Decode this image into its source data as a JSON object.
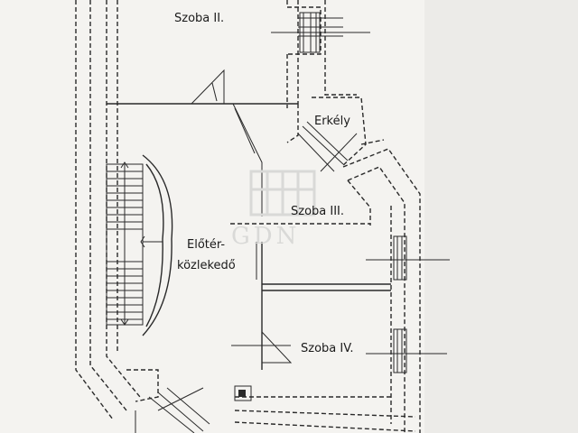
{
  "rooms": {
    "szoba2": "Szoba II.",
    "erkely": "Erkély",
    "szoba3": "Szoba III.",
    "eloter1": "Előtér-",
    "eloter2": "közlekedő",
    "szoba4": "Szoba IV."
  },
  "watermark": "GDN",
  "colors": {
    "paper": "#f4f3f0",
    "ink": "#2a2a2a",
    "watermark": "#d9d9d7"
  }
}
